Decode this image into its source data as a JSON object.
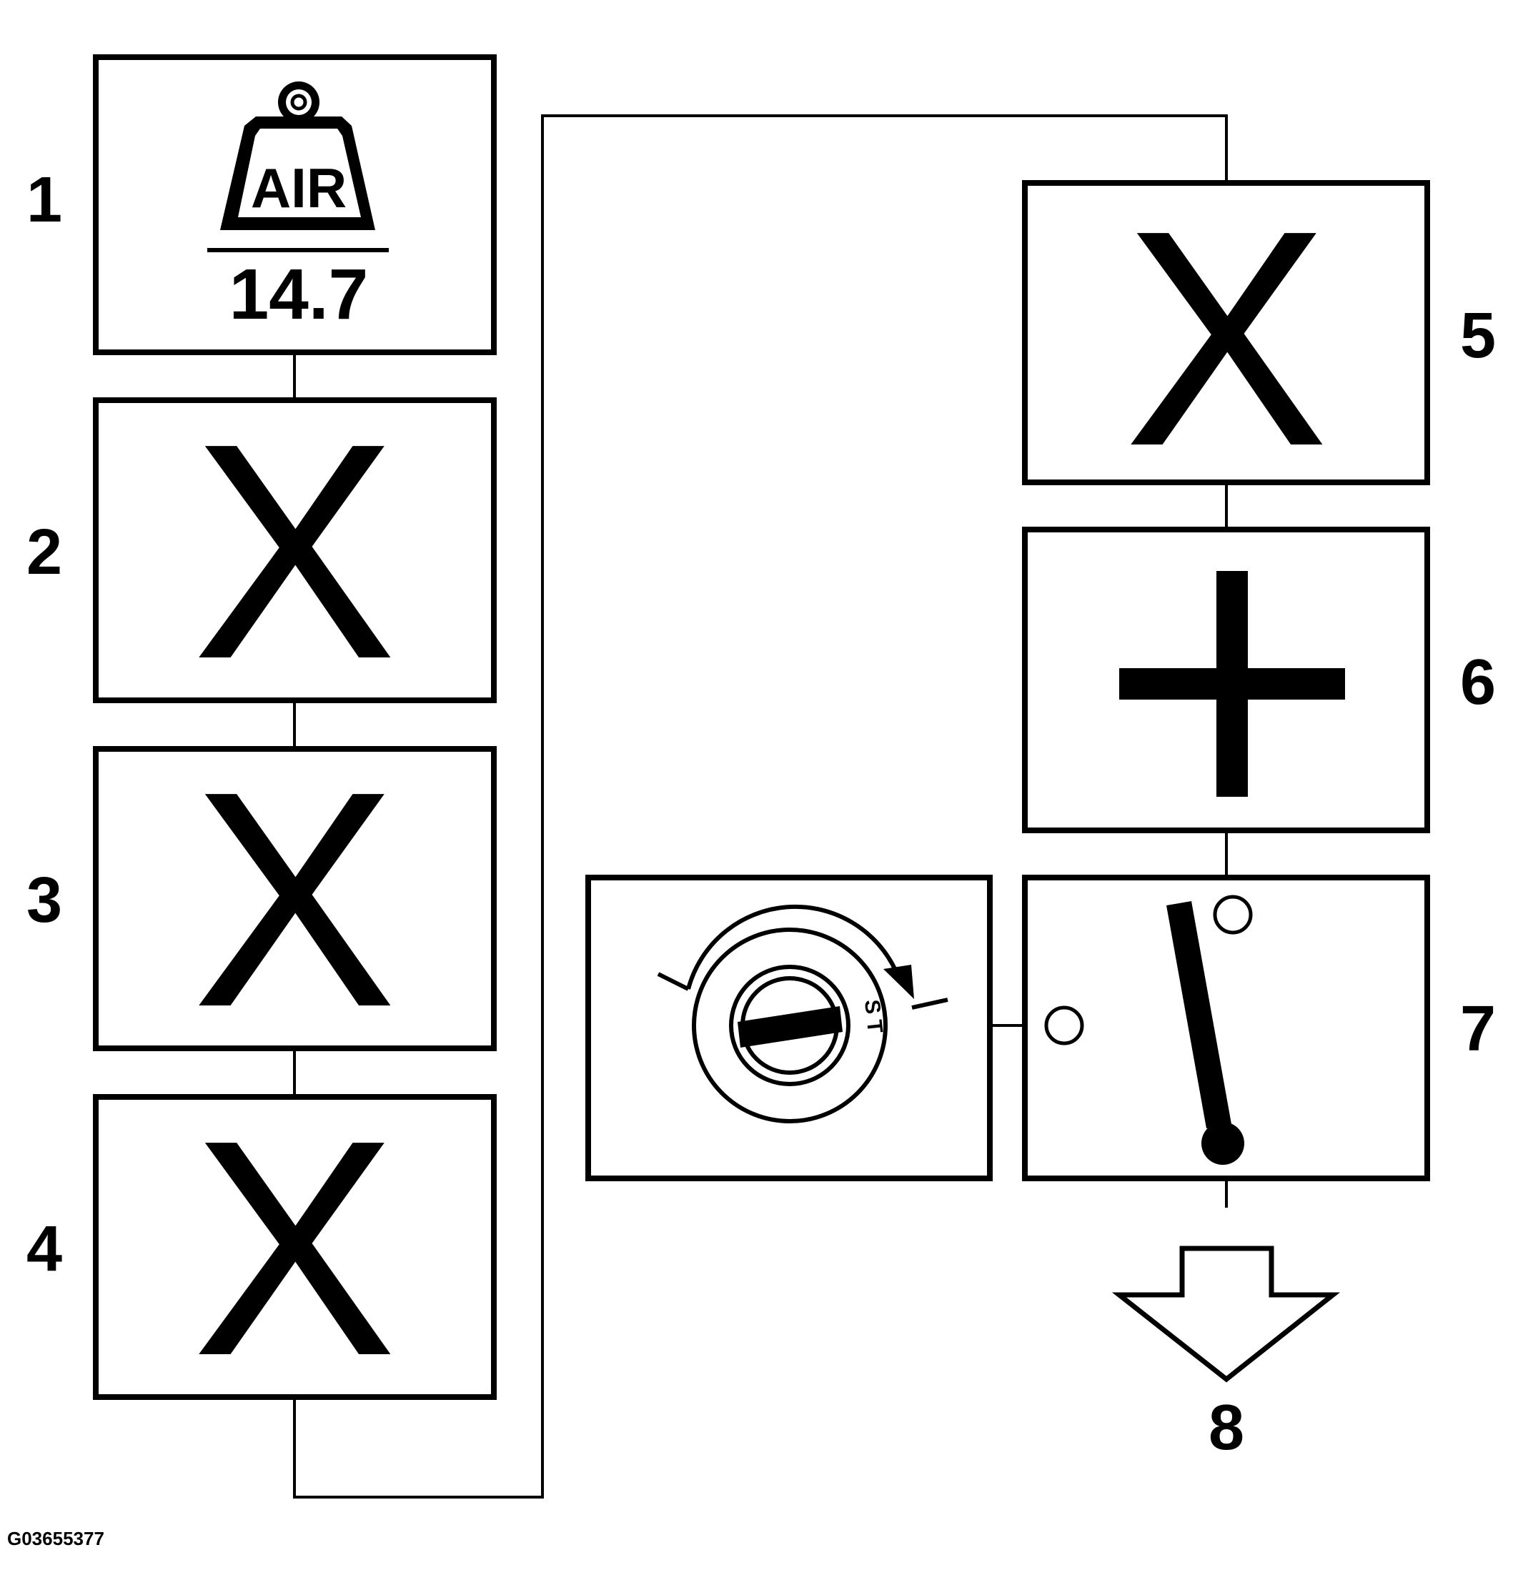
{
  "diagram": {
    "step_labels": [
      "1",
      "2",
      "3",
      "4",
      "5",
      "6",
      "7",
      "8"
    ],
    "step1": {
      "weight_text": "AIR",
      "value": "14.7"
    },
    "x_symbol": "X",
    "ignition_text": "S T",
    "figure_code": "G03655377",
    "colors": {
      "ink": "#000000",
      "paper": "#ffffff"
    },
    "icons": [
      "weight-icon",
      "x-mark",
      "plus-icon",
      "ignition-key-icon",
      "switch-icon",
      "down-arrow-icon"
    ]
  }
}
